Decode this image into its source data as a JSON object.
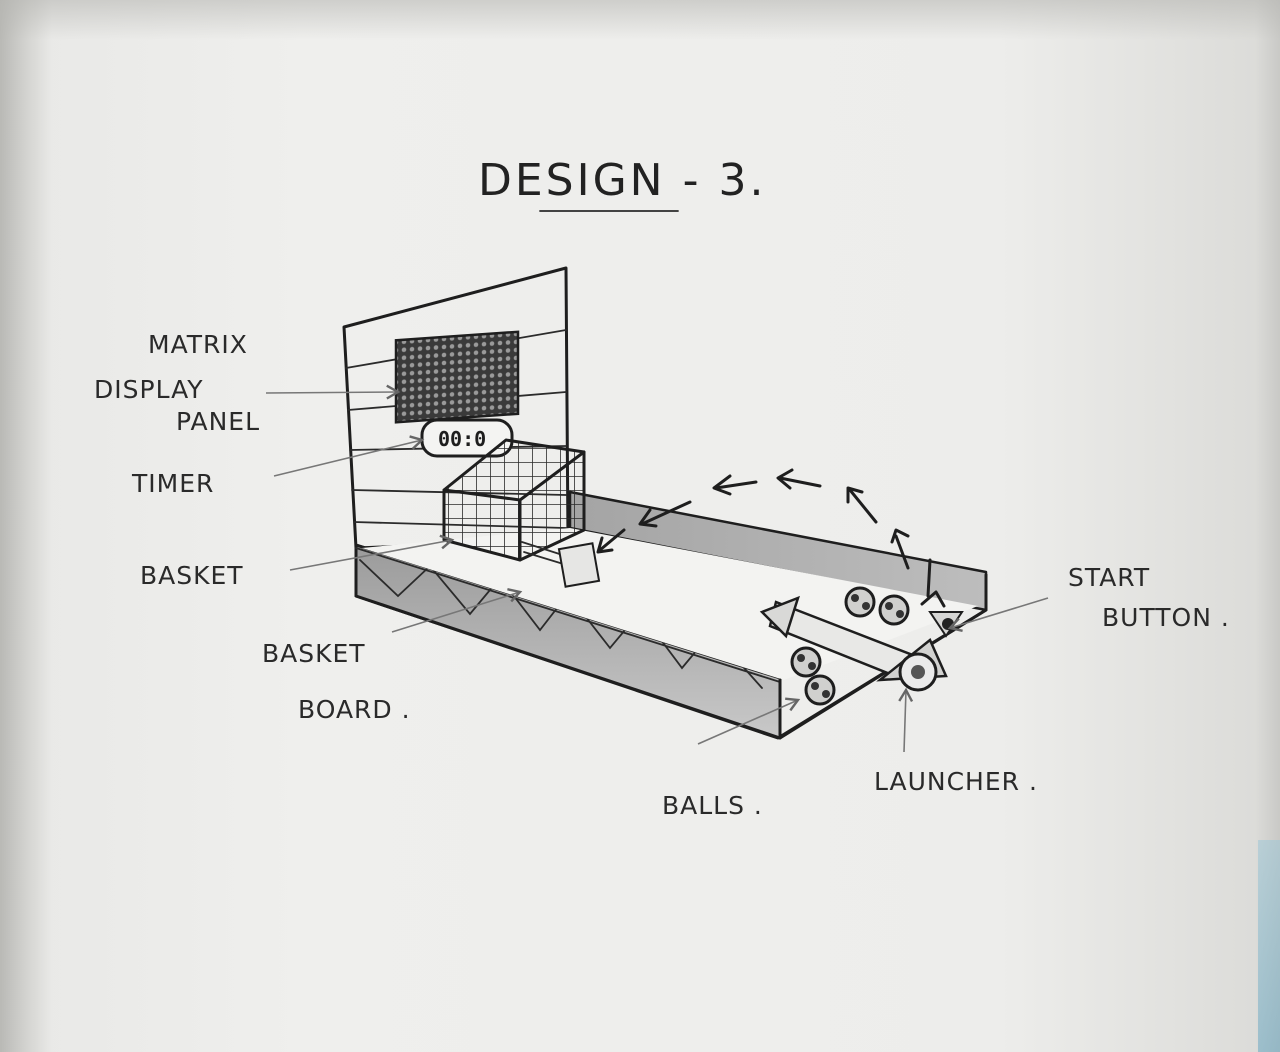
{
  "title": "DESIGN - 3.",
  "labels": {
    "matrix_line1": "MATRIX",
    "matrix_line2": "DISPLAY",
    "matrix_line3": "PANEL",
    "timer": "TIMER",
    "basket": "BASKET",
    "basket_board_line1": "BASKET",
    "basket_board_line2": "BOARD .",
    "start_line1": "START",
    "start_line2": "BUTTON .",
    "launcher": "LAUNCHER .",
    "balls": "BALLS ."
  },
  "timer_display": "00:0"
}
